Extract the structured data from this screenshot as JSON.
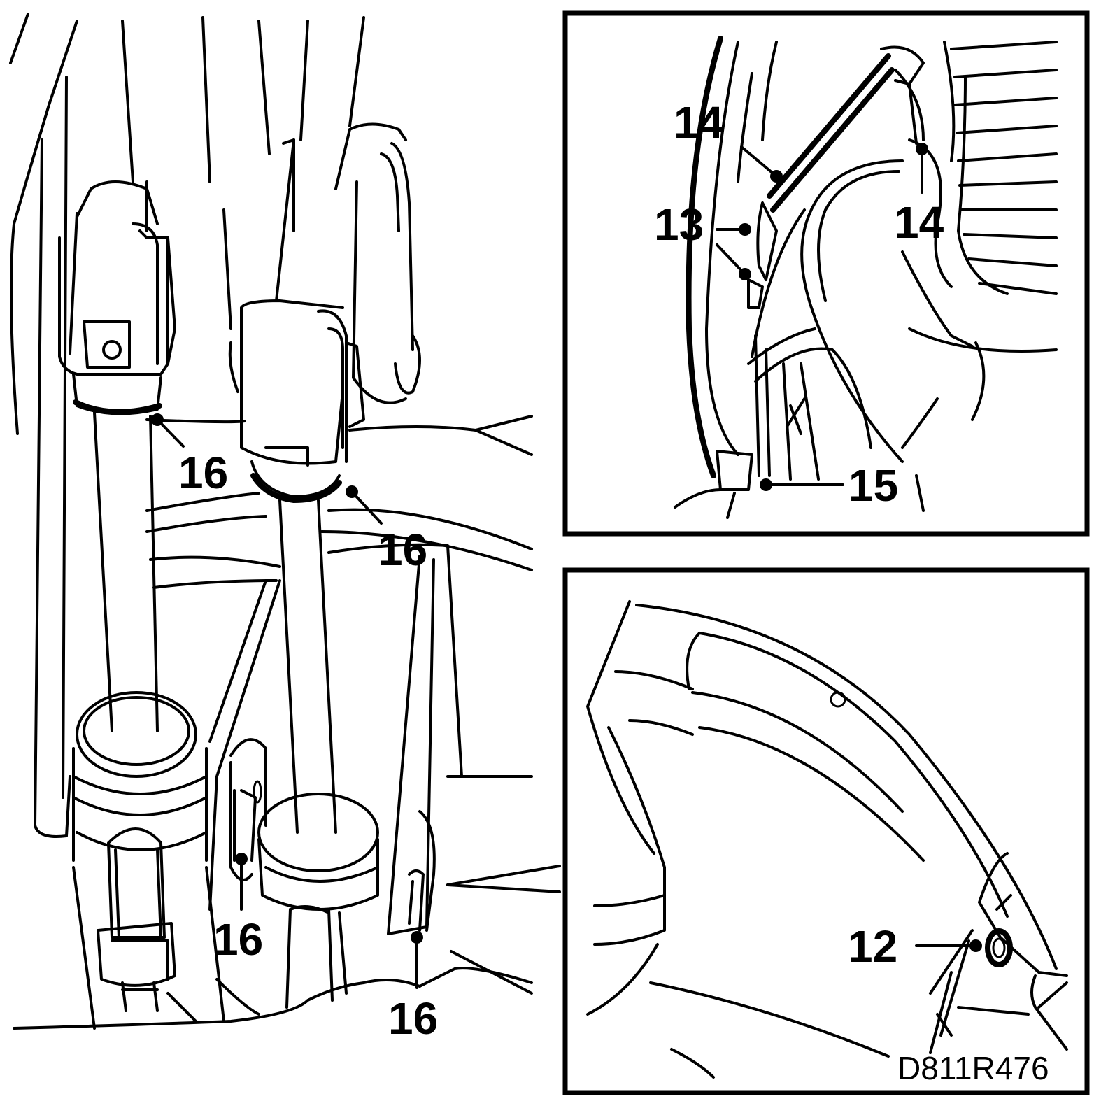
{
  "drawing_reference": "D811R476",
  "main_view": {
    "callouts": [
      {
        "id": "c16a",
        "label": "16"
      },
      {
        "id": "c16b",
        "label": "16"
      },
      {
        "id": "c16c",
        "label": "16"
      },
      {
        "id": "c16d",
        "label": "16"
      }
    ]
  },
  "top_detail": {
    "callouts": [
      {
        "id": "c14a",
        "label": "14"
      },
      {
        "id": "c13",
        "label": "13"
      },
      {
        "id": "c14b",
        "label": "14"
      },
      {
        "id": "c15",
        "label": "15"
      }
    ]
  },
  "bottom_detail": {
    "callouts": [
      {
        "id": "c12",
        "label": "12"
      }
    ]
  },
  "colors": {
    "line": "#000000",
    "background": "#ffffff"
  }
}
